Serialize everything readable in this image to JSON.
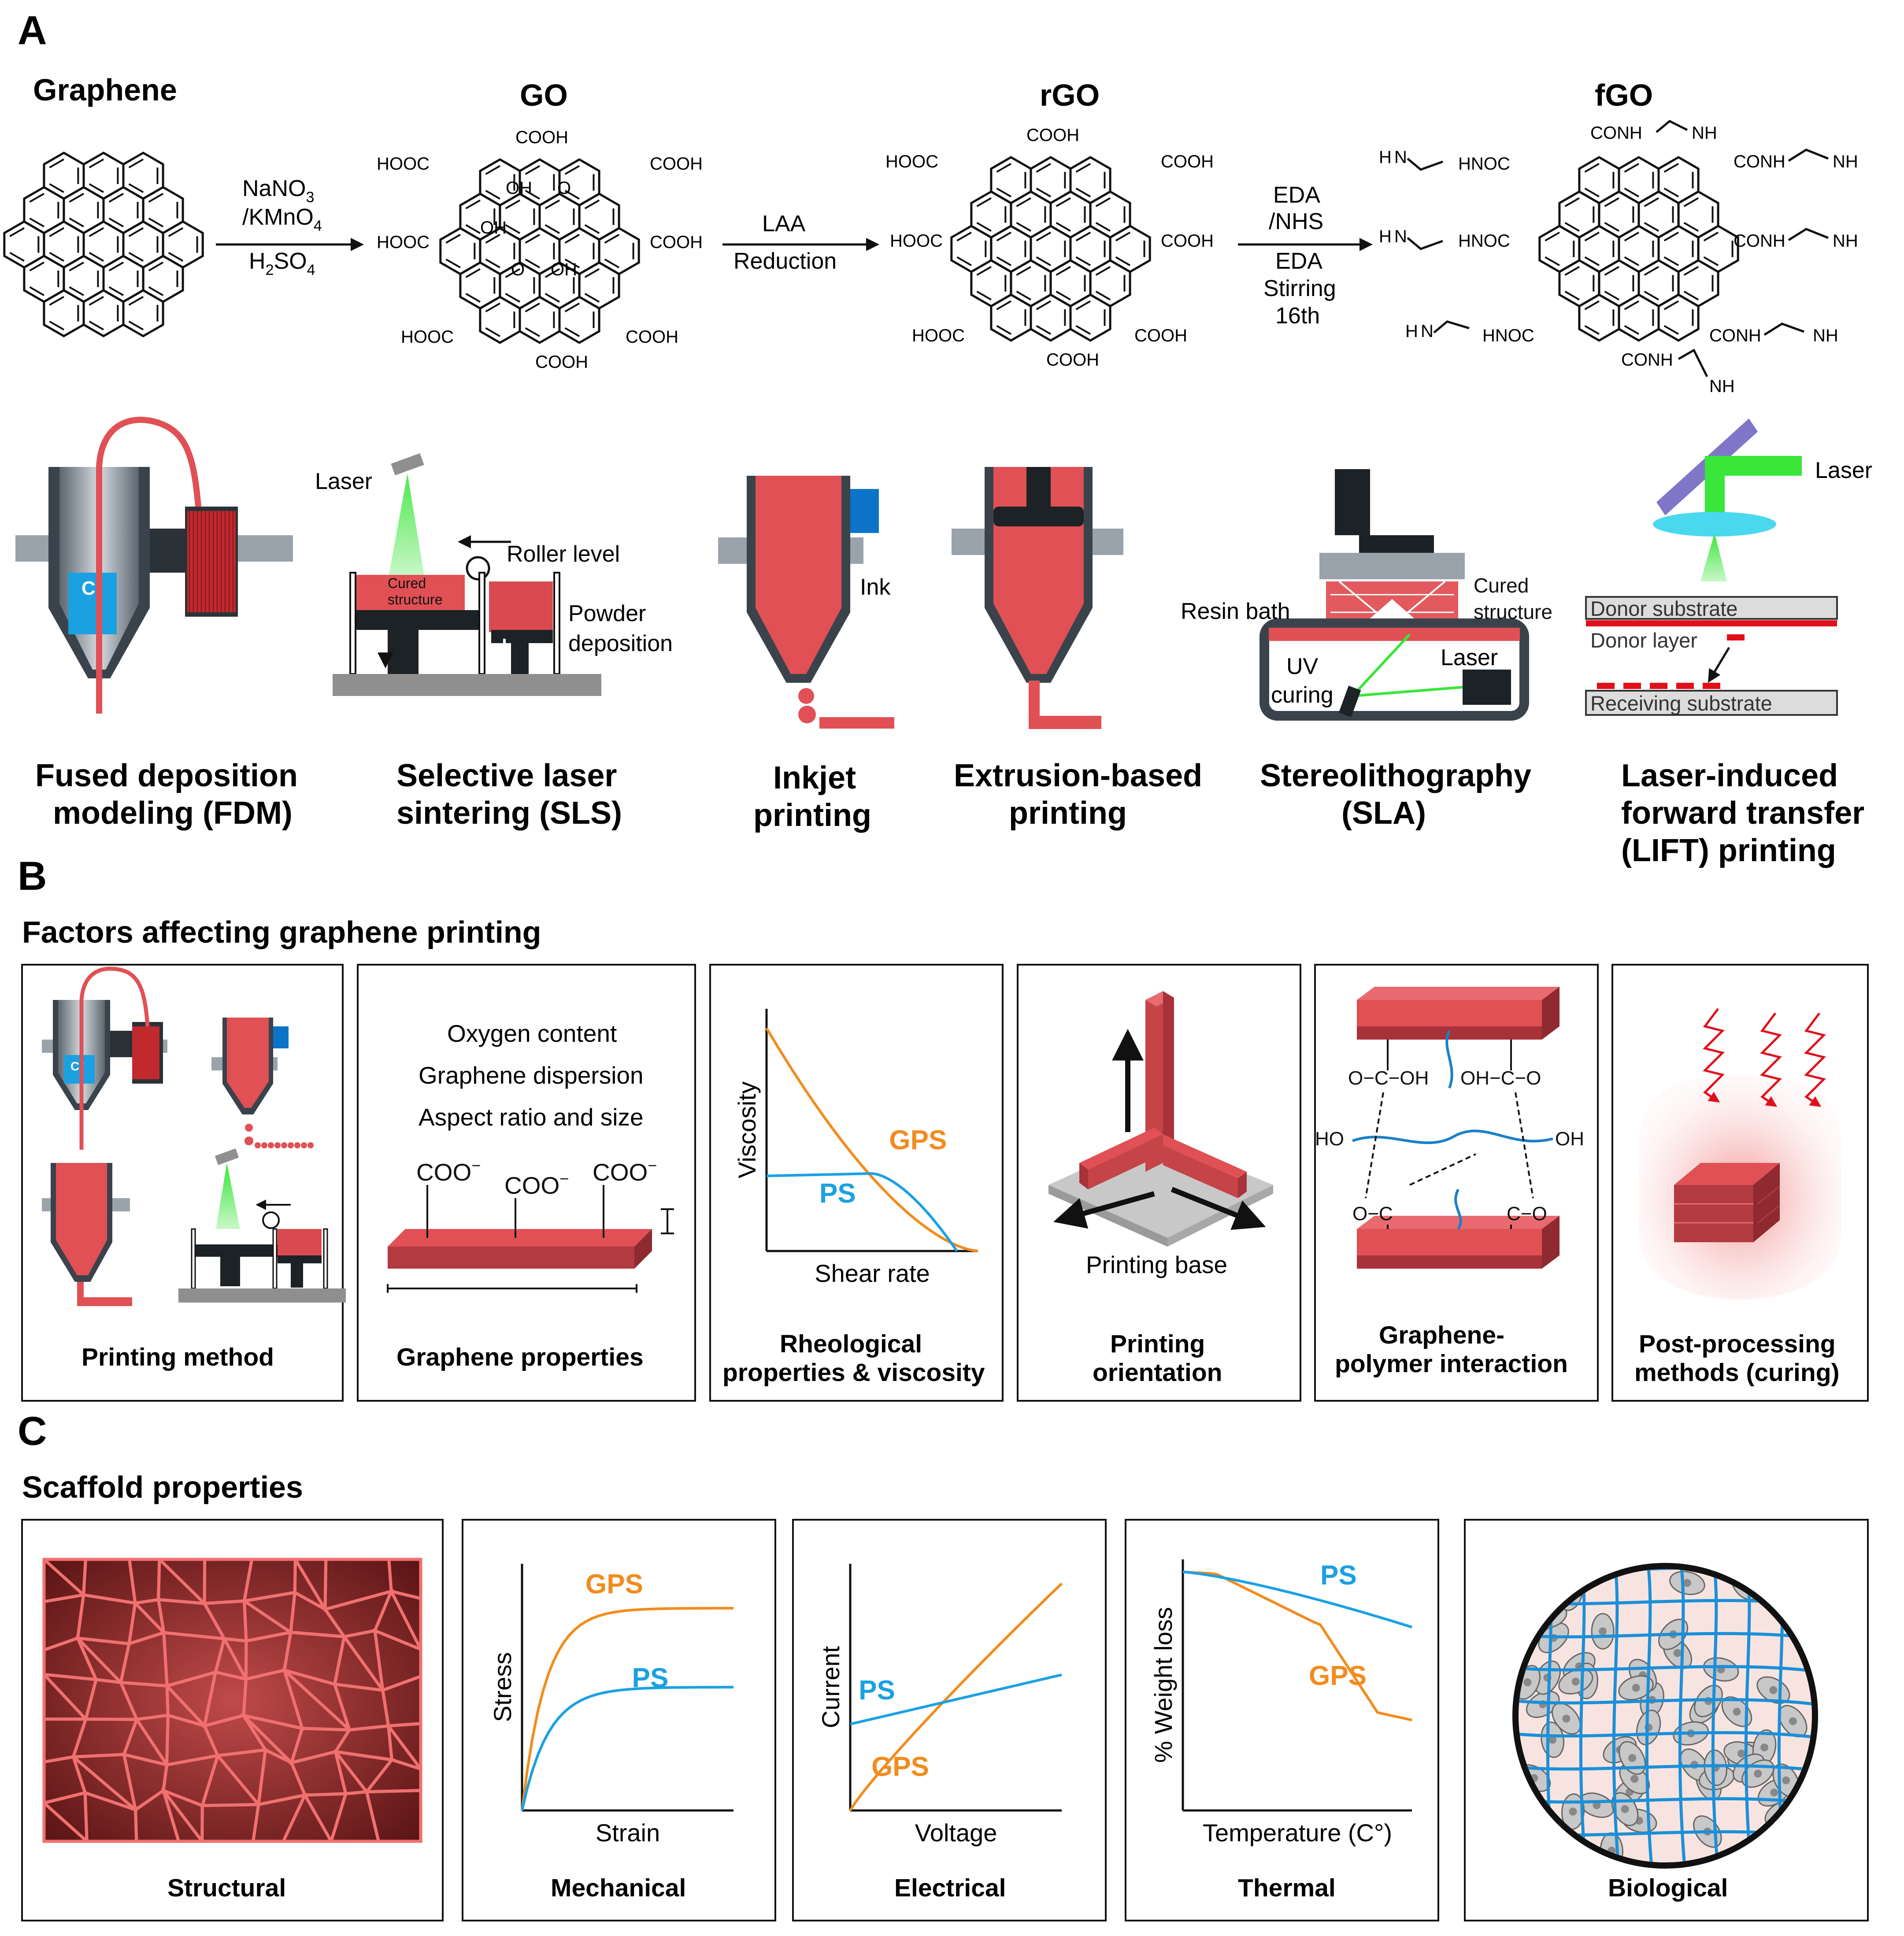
{
  "panels": {
    "a": "A",
    "b": "B",
    "c": "C"
  },
  "chemistry": {
    "graphene": "Graphene",
    "go": "GO",
    "rgo": "rGO",
    "fgo": "fGO",
    "step1_top1": "NaNO",
    "step1_top1_sub": "3",
    "step1_top2": "/KMnO",
    "step1_top2_sub": "4",
    "step1_bottom": "H",
    "step1_bottom_sub1": "2",
    "step1_bottom_mid": "SO",
    "step1_bottom_sub2": "4",
    "step2_top": "LAA",
    "step2_bottom": "Reduction",
    "step3_top1": "EDA",
    "step3_top2": "/NHS",
    "step3_bottom1": "EDA",
    "step3_bottom2": "Stirring",
    "step3_bottom3": "16th",
    "cooh": "COOH",
    "hooc": "HOOC",
    "oh": "OH",
    "o": "O",
    "conh": "CONH",
    "hnoc": "HNOC",
    "nh": "NH",
    "h": "H",
    "n": "N",
    "sub2": "2"
  },
  "methods": {
    "fdm_label1": "Fused deposition",
    "fdm_label2": "modeling (FDM)",
    "fdm_c": "C°",
    "sls_label1": "Selective laser",
    "sls_label2": "sintering (SLS)",
    "sls_laser": "Laser",
    "sls_roller": "Roller level",
    "sls_cured1": "Cured",
    "sls_cured2": "structure",
    "sls_powder1": "Powder",
    "sls_powder2": "deposition",
    "inkjet_label1": "Inkjet",
    "inkjet_label2": "printing",
    "inkjet_ink": "Ink",
    "extrusion_label1": "Extrusion-based",
    "extrusion_label2": "printing",
    "sla_label1": "Stereolithography",
    "sla_label2": "(SLA)",
    "sla_resin": "Resin bath",
    "sla_cured1": "Cured",
    "sla_cured2": "structure",
    "sla_uv1": "UV",
    "sla_uv2": "curing",
    "sla_laser": "Laser",
    "lift_label1": "Laser-induced",
    "lift_label2": "forward transfer",
    "lift_label3": "(LIFT) printing",
    "lift_laser": "Laser",
    "lift_donor_sub": "Donor substrate",
    "lift_donor_layer": "Donor layer",
    "lift_receiving": "Receiving substrate"
  },
  "factors": {
    "title": "Factors affecting graphene printing",
    "printing_method": "Printing method",
    "fdm_c": "C°",
    "graphene_properties": "Graphene properties",
    "oxygen": "Oxygen content",
    "dispersion": "Graphene dispersion",
    "aspect": "Aspect ratio and size",
    "coo": "COO",
    "minus": "−",
    "rheo1": "Rheological",
    "rheo2": "properties & viscosity",
    "viscosity_axis": "Viscosity",
    "shear_axis": "Shear rate",
    "gps": "GPS",
    "ps": "PS",
    "orient1": "Printing",
    "orient2": "orientation",
    "printing_base": "Printing base",
    "interaction1": "Graphene-",
    "interaction2": "polymer interaction",
    "oc_oh": "O−C−OH",
    "oh_co": "OH−C−O",
    "ho": "HO",
    "oh": "OH",
    "o_c": "O−C",
    "c_o": "C−O",
    "post1": "Post-processing",
    "post2": "methods (curing)"
  },
  "scaffold": {
    "title": "Scaffold properties",
    "structural": "Structural",
    "mechanical": "Mechanical",
    "electrical": "Electrical",
    "thermal": "Thermal",
    "biological": "Biological",
    "stress_axis": "Stress",
    "strain_axis": "Strain",
    "current_axis": "Current",
    "voltage_axis": "Voltage",
    "weight_axis": "% Weight loss",
    "temp_axis": "Temperature (C°)",
    "gps": "GPS",
    "ps": "PS"
  },
  "colors": {
    "red": "#e05055",
    "dark_red": "#a8323a",
    "orange": "#f28c1e",
    "blue": "#1ba1e2",
    "green": "#39e639",
    "gray": "#9a9a9a"
  }
}
